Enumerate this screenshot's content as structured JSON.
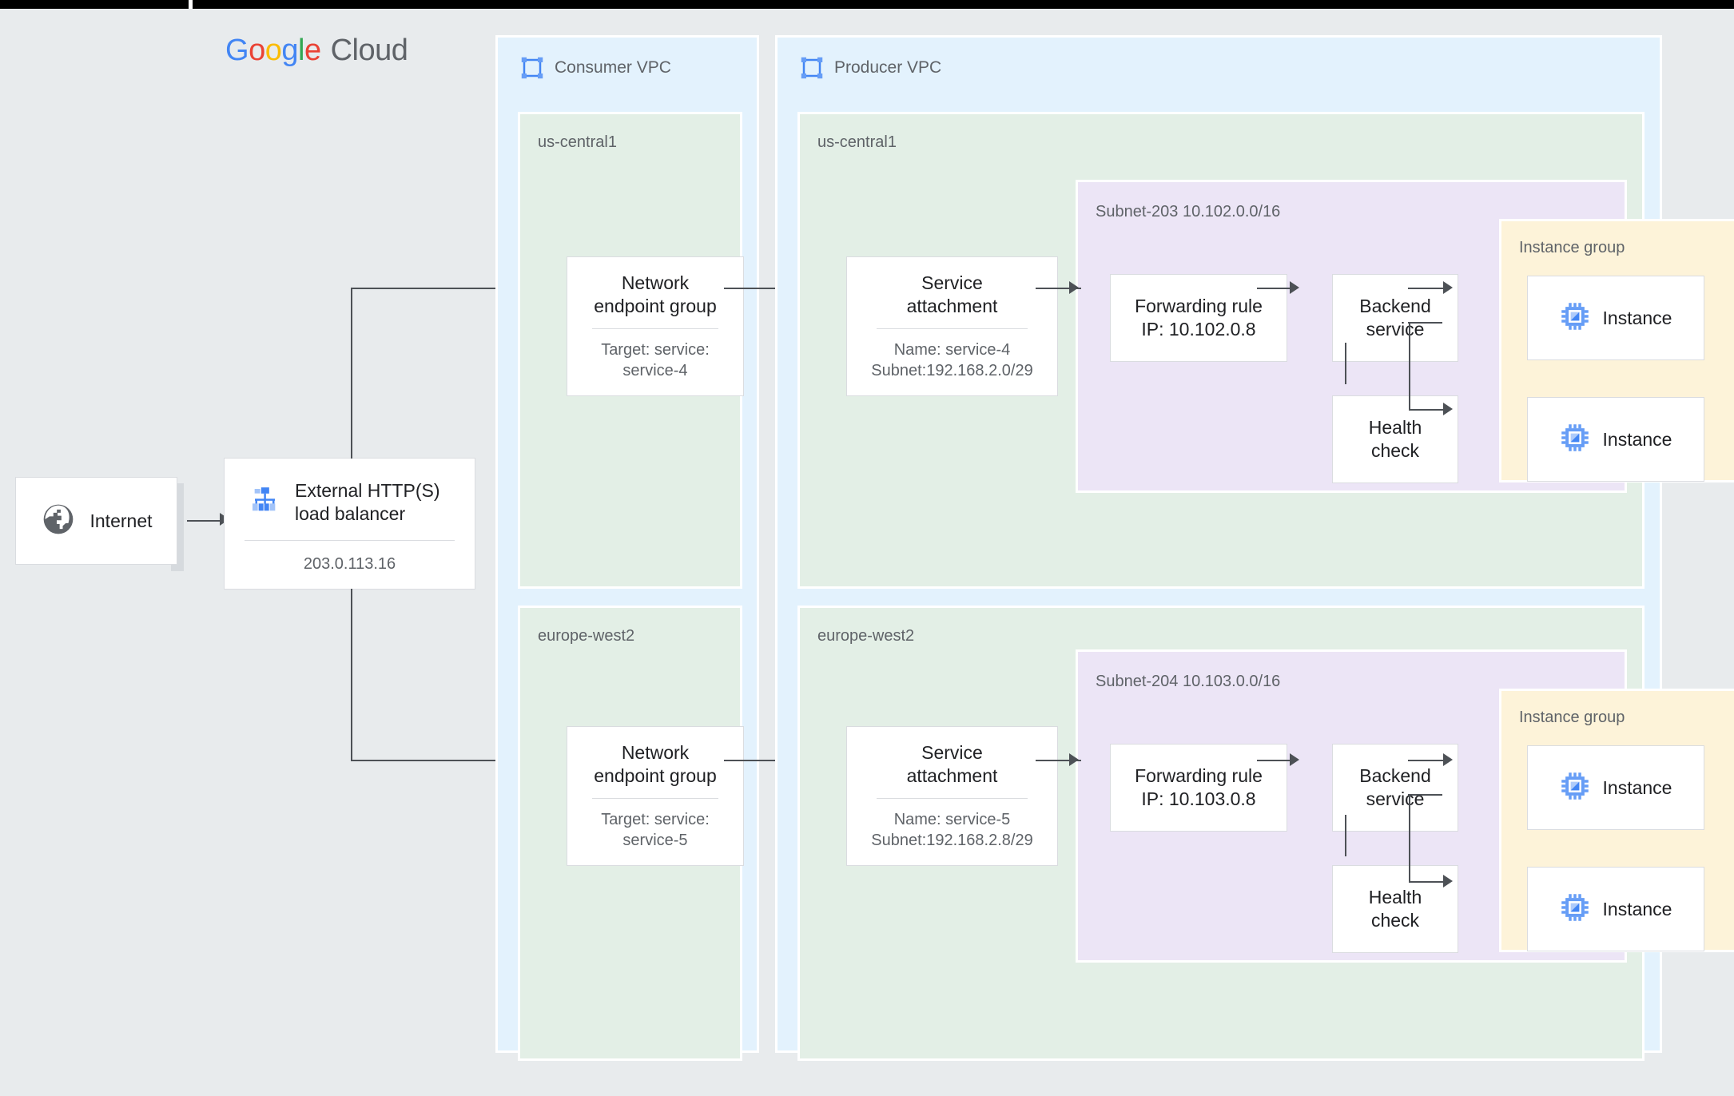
{
  "brand": {
    "logo_parts": [
      {
        "t": "G",
        "c": "#4285f4"
      },
      {
        "t": "o",
        "c": "#ea4335"
      },
      {
        "t": "o",
        "c": "#fbbc05"
      },
      {
        "t": "g",
        "c": "#4285f4"
      },
      {
        "t": "l",
        "c": "#34a853"
      },
      {
        "t": "e",
        "c": "#ea4335"
      }
    ],
    "cloud_word": "Cloud"
  },
  "colors": {
    "page_background": "#e8ebed",
    "vpc_fill": "#e3f2fd",
    "region_fill": "#e3efe6",
    "subnet_fill": "#ece5f6",
    "instance_group_fill": "#fdf3d9",
    "node_fill": "#ffffff",
    "node_border": "#dadce0",
    "connector": "#4d5156",
    "label_text": "#5f6368",
    "title_text": "#202124",
    "accent_blue": "#669df6"
  },
  "internet": {
    "label": "Internet",
    "icon": "globe-icon"
  },
  "load_balancer": {
    "title": "External HTTP(S)\nload balancer",
    "ip": "203.0.113.16",
    "icon": "load-balancer-icon"
  },
  "consumer_vpc": {
    "title": "Consumer VPC",
    "icon": "vpc-icon",
    "regions": [
      {
        "name": "us-central1",
        "neg": {
          "title": "Network\nendpoint group",
          "sub": "Target: service:\nservice-4"
        }
      },
      {
        "name": "europe-west2",
        "neg": {
          "title": "Network\nendpoint group",
          "sub": "Target: service:\nservice-5"
        }
      }
    ]
  },
  "producer_vpc": {
    "title": "Producer VPC",
    "icon": "vpc-icon",
    "regions": [
      {
        "name": "us-central1",
        "service_attachment": {
          "title": "Service\nattachment",
          "sub": "Name: service-4\nSubnet:192.168.2.0/29"
        },
        "subnet": {
          "label": "Subnet-203\n10.102.0.0/16",
          "forwarding_rule": "Forwarding rule\nIP: 10.102.0.8",
          "backend_service": "Backend\nservice",
          "health_check": "Health\ncheck",
          "instance_group": {
            "label": "Instance group",
            "instances": [
              {
                "label": "Instance",
                "icon": "cpu-chip-icon"
              },
              {
                "label": "Instance",
                "icon": "cpu-chip-icon"
              }
            ]
          }
        }
      },
      {
        "name": "europe-west2",
        "service_attachment": {
          "title": "Service\nattachment",
          "sub": "Name: service-5\nSubnet:192.168.2.8/29"
        },
        "subnet": {
          "label": "Subnet-204\n10.103.0.0/16",
          "forwarding_rule": "Forwarding rule\nIP: 10.103.0.8",
          "backend_service": "Backend\nservice",
          "health_check": "Health\ncheck",
          "instance_group": {
            "label": "Instance group",
            "instances": [
              {
                "label": "Instance",
                "icon": "cpu-chip-icon"
              },
              {
                "label": "Instance",
                "icon": "cpu-chip-icon"
              }
            ]
          }
        }
      }
    ]
  }
}
